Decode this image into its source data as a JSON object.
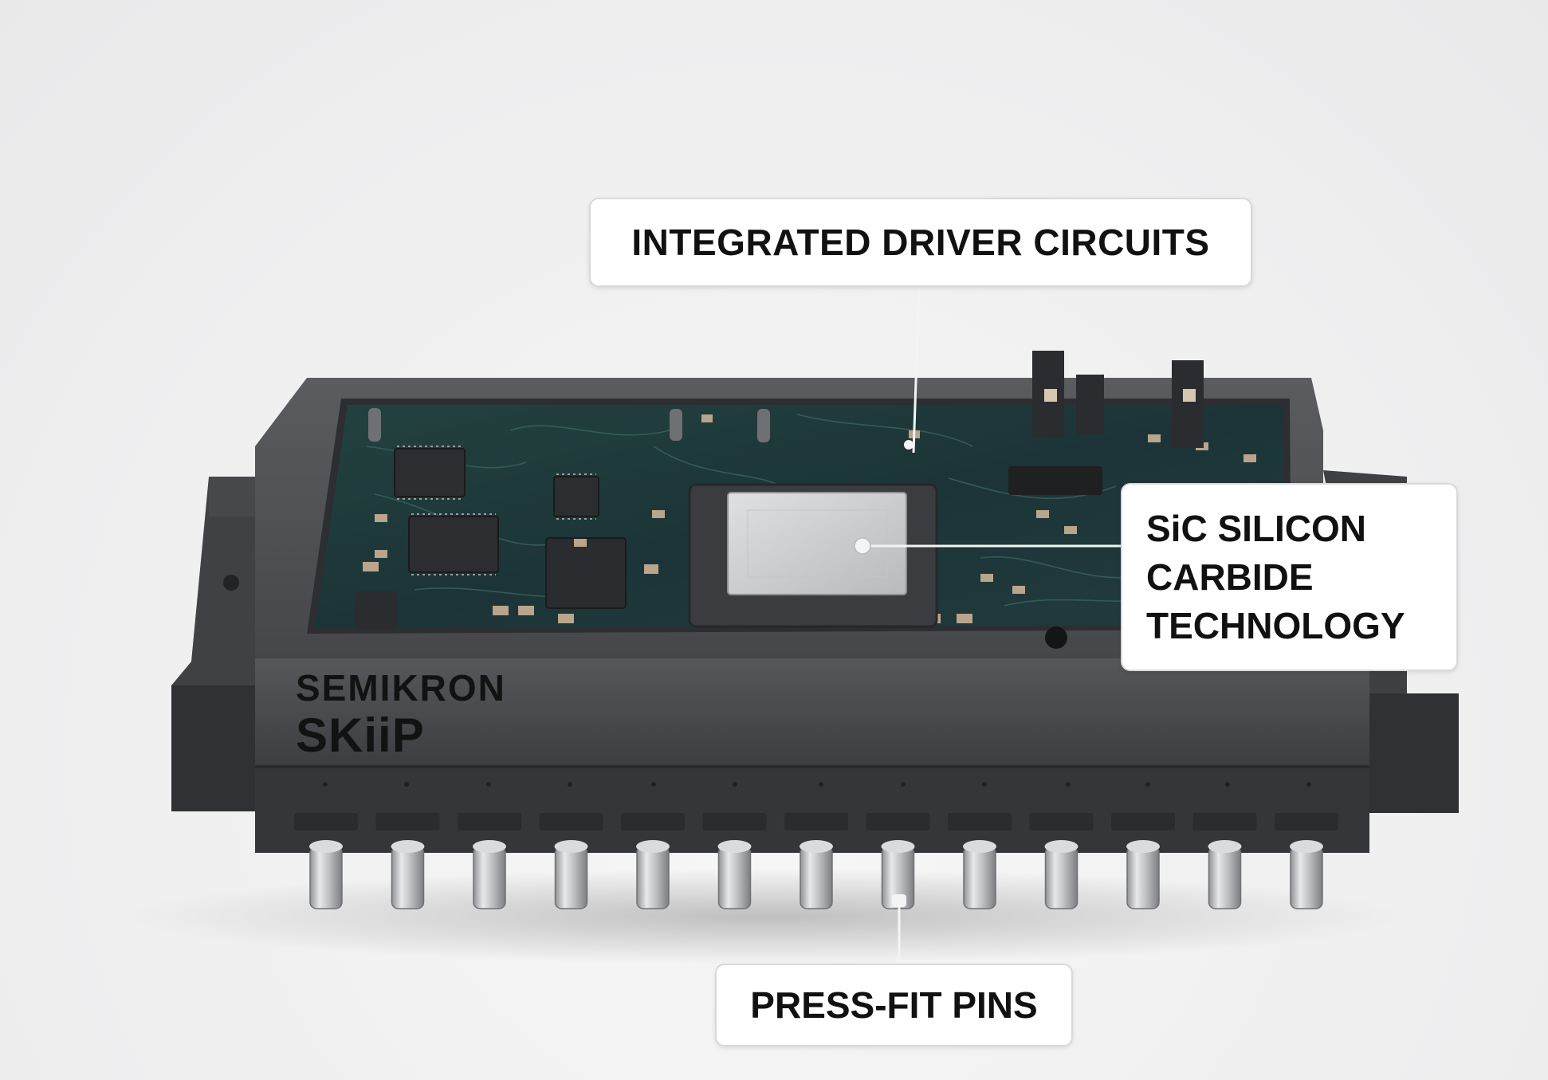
{
  "callouts": {
    "driver": "INTEGRATED DRIVER CIRCUITS",
    "sic_lines": [
      "SiC SILICON",
      "CARBIDE",
      "TECHNOLOGY"
    ],
    "pins": "PRESS-FIT PINS"
  },
  "module": {
    "brand": "SEMIKRON",
    "product": "SKiiP",
    "pin_count": 13
  },
  "colors": {
    "background": "#efeff0",
    "housing": "#4a4c50",
    "housing_dark": "#35373a",
    "pcb": "#1f3a3d",
    "chip": "#2a2c2f",
    "die": "#cfd0d2",
    "pin": "#c8c9cb",
    "label_text": "#111111"
  },
  "icons": {
    "module": "power-module-icon",
    "pin": "press-fit-pin-icon",
    "die": "sic-die-icon"
  }
}
